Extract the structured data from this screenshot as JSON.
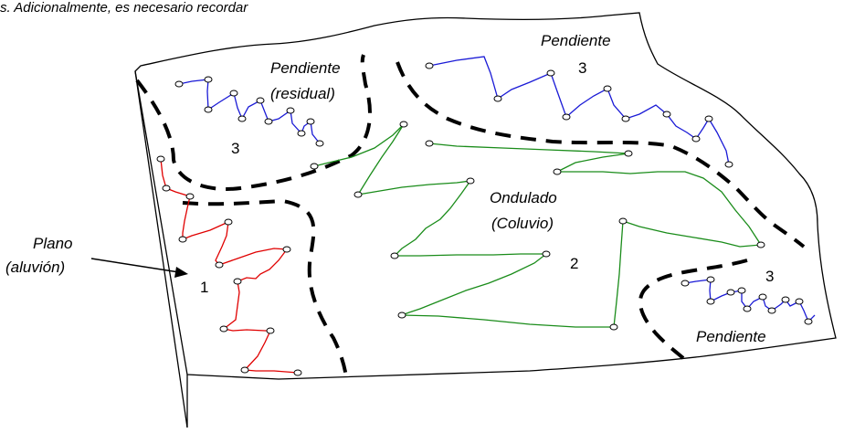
{
  "top_text": "s. Adicionalmente, es necesario recordar",
  "labels": {
    "pendiente_residual_1": "Pendiente",
    "pendiente_residual_2": "(residual)",
    "pendiente_top": "Pendiente",
    "pendiente_bottom": "Pendiente",
    "ondulado": "Ondulado",
    "coluvio": "(Coluvio)",
    "plano": "Plano",
    "aluvion": "(aluvión)"
  },
  "unit_numbers": {
    "residual": "3",
    "top_right": "3",
    "bottom_right": "3",
    "ondulado": "2",
    "plano": "1"
  },
  "colors": {
    "plano_traverse": "#e00000",
    "ondulado_traverse": "#1a8c1a",
    "pendiente_traverse": "#1a1ad6",
    "boundary": "#000000"
  }
}
